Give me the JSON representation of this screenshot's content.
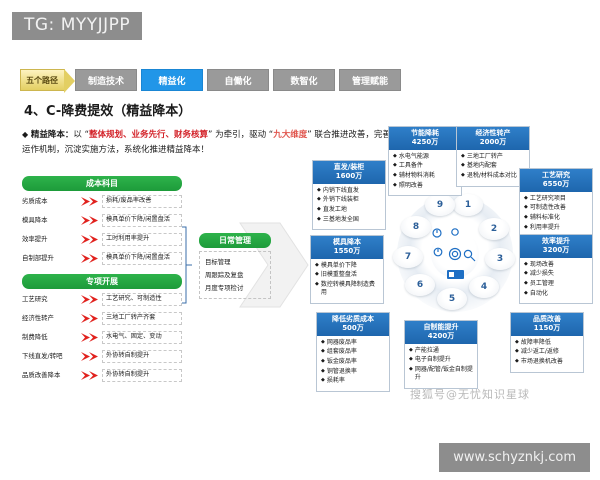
{
  "watermarks": {
    "tg": "TG: MYYJJPP",
    "site": "www.schyznkj.com",
    "soft": "搜狐号@无忧知识星球"
  },
  "nav": {
    "arrow_label": "五个路径",
    "items": [
      {
        "label": "制造技术",
        "active": false
      },
      {
        "label": "精益化",
        "active": true
      },
      {
        "label": "自働化",
        "active": false
      },
      {
        "label": "数智化",
        "active": false
      },
      {
        "label": "管理赋能",
        "active": false
      }
    ]
  },
  "page_title": "4、C-降费提效（精益降本）",
  "lead": {
    "bullet": "◆",
    "term": "精益降本：",
    "t1": "以 “",
    "red1": "整体规划、业务先行、财务核算",
    "t2": "” 为牵引，驱动 “",
    "red2": "九大维度",
    "t3": "” 联合推进改善，完善运作机制，沉淀实施方法，系统化推进精益降本！"
  },
  "panels": [
    {
      "title": "成本科目",
      "rows": [
        {
          "label": "劣质成本",
          "value": "损耗/废品率改善"
        },
        {
          "label": "模具降本",
          "value": "模具单价下降/闲置盘活"
        },
        {
          "label": "效率提升",
          "value": "工时利用率提升"
        },
        {
          "label": "自制部提升",
          "value": "模具单价下降/闲置盘活"
        }
      ]
    },
    {
      "title": "专项开展",
      "rows": [
        {
          "label": "工艺研究",
          "value": "工艺研究、可制造性"
        },
        {
          "label": "经济性转产",
          "value": "三地工厂转产齐套"
        },
        {
          "label": "制费降低",
          "value": "水电气、固定、变动"
        },
        {
          "label": "下线直发/转吧",
          "value": "外协转自制提升"
        },
        {
          "label": "品质改善降本",
          "value": "外协转自制提升"
        }
      ]
    }
  ],
  "daily": {
    "title": "日常管理",
    "items": [
      "目标管理",
      "周跟踪及复盘",
      "月度专项检讨"
    ]
  },
  "cards": [
    {
      "id": "zhifa",
      "title": "直发/装柜",
      "amount": "1600万",
      "items": [
        "内销下线直发",
        "外销下线装柜",
        "直发工地",
        "三基地发全国"
      ]
    },
    {
      "id": "jieneng",
      "title": "节能降耗",
      "amount": "4250万",
      "items": [
        "水电气能源",
        "工具备件",
        "辅材物料消耗",
        "照明改善"
      ]
    },
    {
      "id": "jingji",
      "title": "经济性转产",
      "amount": "2000万",
      "items": [
        "三地工厂转产",
        "基地内配套",
        "退税/材料成本对比"
      ]
    },
    {
      "id": "gongyi",
      "title": "工艺研究",
      "amount": "6550万",
      "items": [
        "工艺研究项目",
        "可制造性改善",
        "辅料标准化",
        "利用率提升"
      ]
    },
    {
      "id": "xiaolv",
      "title": "效率提升",
      "amount": "3200万",
      "items": [
        "现场改善",
        "减少损失",
        "员工管理",
        "自动化"
      ]
    },
    {
      "id": "pinzhi",
      "title": "品质改善",
      "amount": "1150万",
      "items": [
        "故障率降低",
        "减少返工/返修",
        "市场退换机改善"
      ]
    },
    {
      "id": "zizhi",
      "title": "自制能提升",
      "amount": "4200万",
      "items": [
        "产能拉通",
        "电子自制提升",
        "网器/配管/钣金自制提升"
      ]
    },
    {
      "id": "liezhi",
      "title": "降低劣质成本",
      "amount": "500万",
      "items": [
        "网器废品率",
        "组套废品率",
        "钣金废品率",
        "铜管退换率",
        "损耗率"
      ]
    },
    {
      "id": "moju",
      "title": "模具降本",
      "amount": "1550万",
      "items": [
        "模具单价下降",
        "旧模重整盘活",
        "数控转模具降制造费用"
      ]
    }
  ],
  "wheel": {
    "petals": [
      "1",
      "2",
      "3",
      "4",
      "5",
      "6",
      "7",
      "8",
      "9"
    ],
    "hub_icons": [
      "gear-icon",
      "target-icon",
      "magnifier-icon",
      "stopwatch-icon",
      "clock-icon",
      "card-icon"
    ]
  },
  "colors": {
    "accent_blue": "#1e66ad",
    "nav_active": "#2196e8",
    "green": "#1d9b3a",
    "red": "#d3232a",
    "arrow_red": "#e1211d"
  }
}
